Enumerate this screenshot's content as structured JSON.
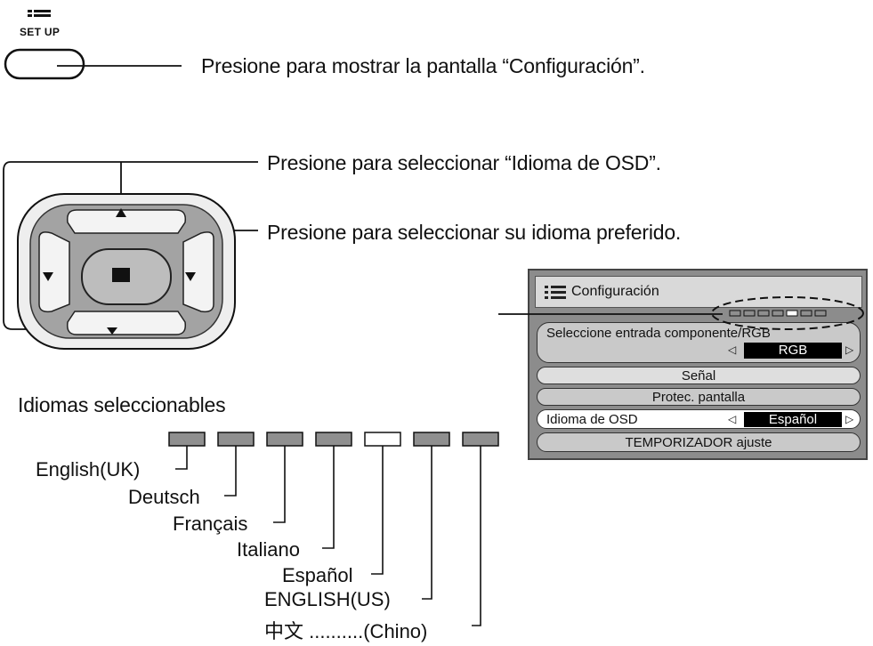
{
  "setup_button": {
    "icon": "menu-lines-icon",
    "label": "SET UP",
    "caption": "Presione para mostrar la pantalla “Configuración”."
  },
  "dpad": {
    "caption_updown": "Presione para seleccionar “Idioma de OSD”.",
    "caption_leftright": "Presione para seleccionar su idioma preferido."
  },
  "menu": {
    "title": "Configuración",
    "rows": [
      {
        "label": "Seleccione entrada componente/RGB",
        "value": "RGB"
      },
      {
        "label": "Señal"
      },
      {
        "label": "Protec. pantalla"
      },
      {
        "label": "Idioma de OSD",
        "value": "Español"
      },
      {
        "label": "TEMPORIZADOR ajuste"
      }
    ]
  },
  "languages": {
    "heading": "Idiomas seleccionables",
    "selected_index": 4,
    "items": [
      "English(UK)",
      "Deutsch",
      "Français",
      "Italiano",
      "Español",
      "ENGLISH(US)",
      "中文  ..........(Chino)"
    ]
  },
  "colors": {
    "box_gray": "#8f8f8f",
    "box_selected": "#ffffff",
    "highlight": "#000000"
  }
}
